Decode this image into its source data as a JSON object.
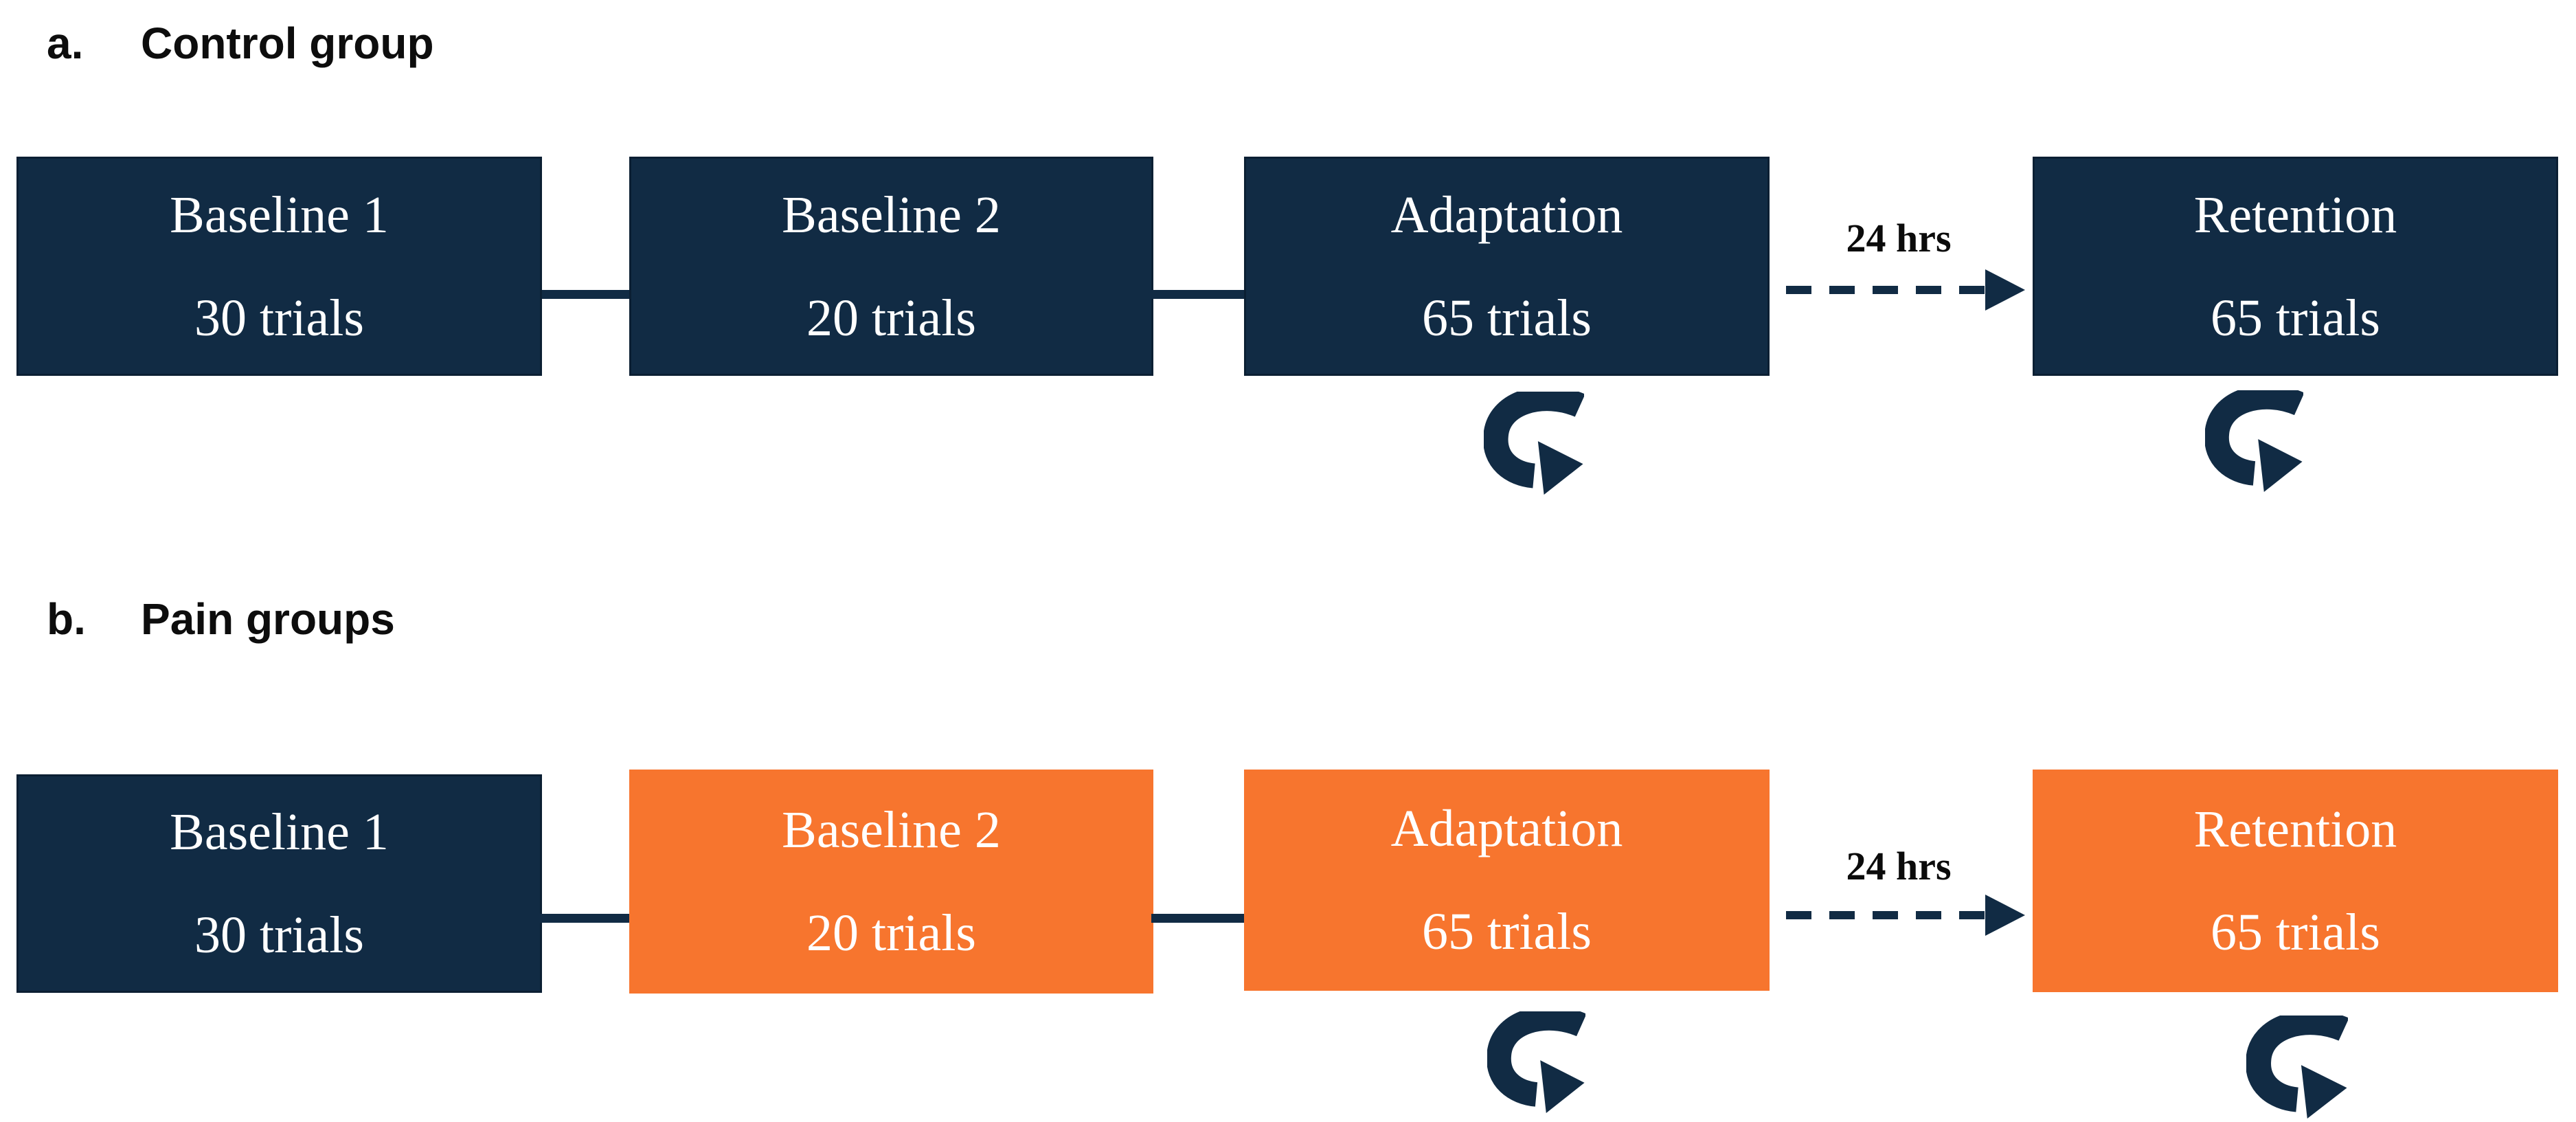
{
  "figure": {
    "colors": {
      "navy": "#112B44",
      "navyEdge": "#0B1F33",
      "orange": "#F7752E",
      "orangeEdge": "#F7752E",
      "heading_text": "#0d0d0d",
      "box_text": "#FFFFFF",
      "delay_text": "#0b0b0b"
    },
    "sections": [
      {
        "label": "a.",
        "title": "Control group",
        "delay": "24 hrs",
        "boxes": [
          {
            "name": "Baseline 1",
            "trials": "30 trials",
            "color": "navy"
          },
          {
            "name": "Baseline 2",
            "trials": "20 trials",
            "color": "navy"
          },
          {
            "name": "Adaptation",
            "trials": "65 trials",
            "color": "navy",
            "repeat": true
          },
          {
            "name": "Retention",
            "trials": "65 trials",
            "color": "navy",
            "repeat": true
          }
        ]
      },
      {
        "label": "b.",
        "title": "Pain groups",
        "delay": "24 hrs",
        "boxes": [
          {
            "name": "Baseline 1",
            "trials": "30 trials",
            "color": "navy"
          },
          {
            "name": "Baseline 2",
            "trials": "20 trials",
            "color": "orange"
          },
          {
            "name": "Adaptation",
            "trials": "65 trials",
            "color": "orange",
            "repeat": true
          },
          {
            "name": "Retention",
            "trials": "65 trials",
            "color": "orange",
            "repeat": true
          }
        ]
      }
    ]
  }
}
